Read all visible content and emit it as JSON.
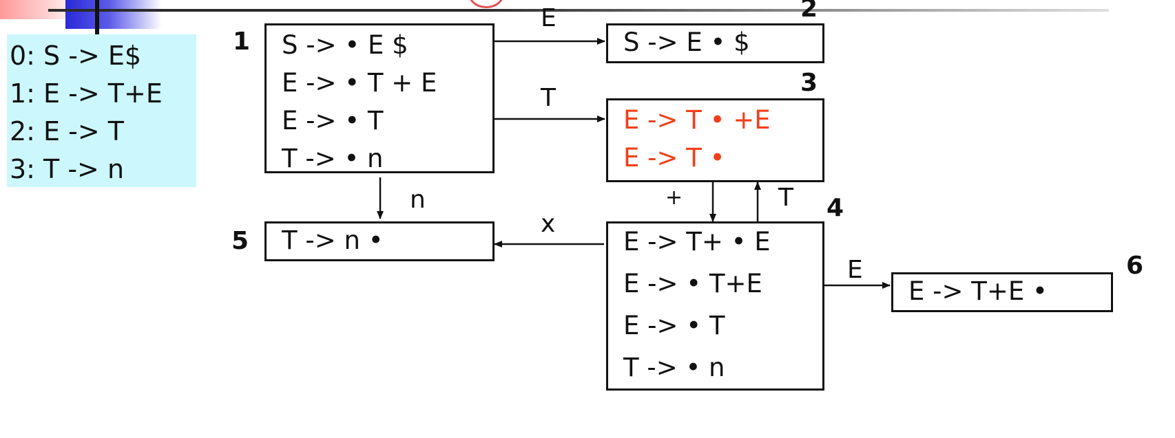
{
  "grammar": {
    "rules": [
      "0: S -> E$",
      "1: E -> T+E",
      "2: E -> T",
      "3: T -> n"
    ]
  },
  "states": [
    {
      "id": "1",
      "items": [
        "S -> • E $",
        "E -> • T + E",
        "E -> • T",
        "T -> • n"
      ]
    },
    {
      "id": "2",
      "items": [
        "S -> E • $"
      ]
    },
    {
      "id": "3",
      "items": [
        "E -> T • +E",
        "E -> T •"
      ]
    },
    {
      "id": "4",
      "items": [
        "E -> T+ • E",
        "E -> • T+E",
        "E -> • T",
        "T -> • n"
      ]
    },
    {
      "id": "5",
      "items": [
        "T -> n •"
      ]
    },
    {
      "id": "6",
      "items": [
        "E -> T+E •"
      ]
    }
  ],
  "edges": [
    {
      "from": "1",
      "to": "2",
      "label": "E"
    },
    {
      "from": "1",
      "to": "3",
      "label": "T"
    },
    {
      "from": "1",
      "to": "5",
      "label": "n"
    },
    {
      "from": "3",
      "to": "4",
      "label": "+"
    },
    {
      "from": "4",
      "to": "3",
      "label": "T"
    },
    {
      "from": "4",
      "to": "5",
      "label": "x"
    },
    {
      "from": "4",
      "to": "6",
      "label": "E"
    }
  ],
  "colors": {
    "highlight": "#f0401a",
    "grammar_bg": "#ccf7fd"
  }
}
